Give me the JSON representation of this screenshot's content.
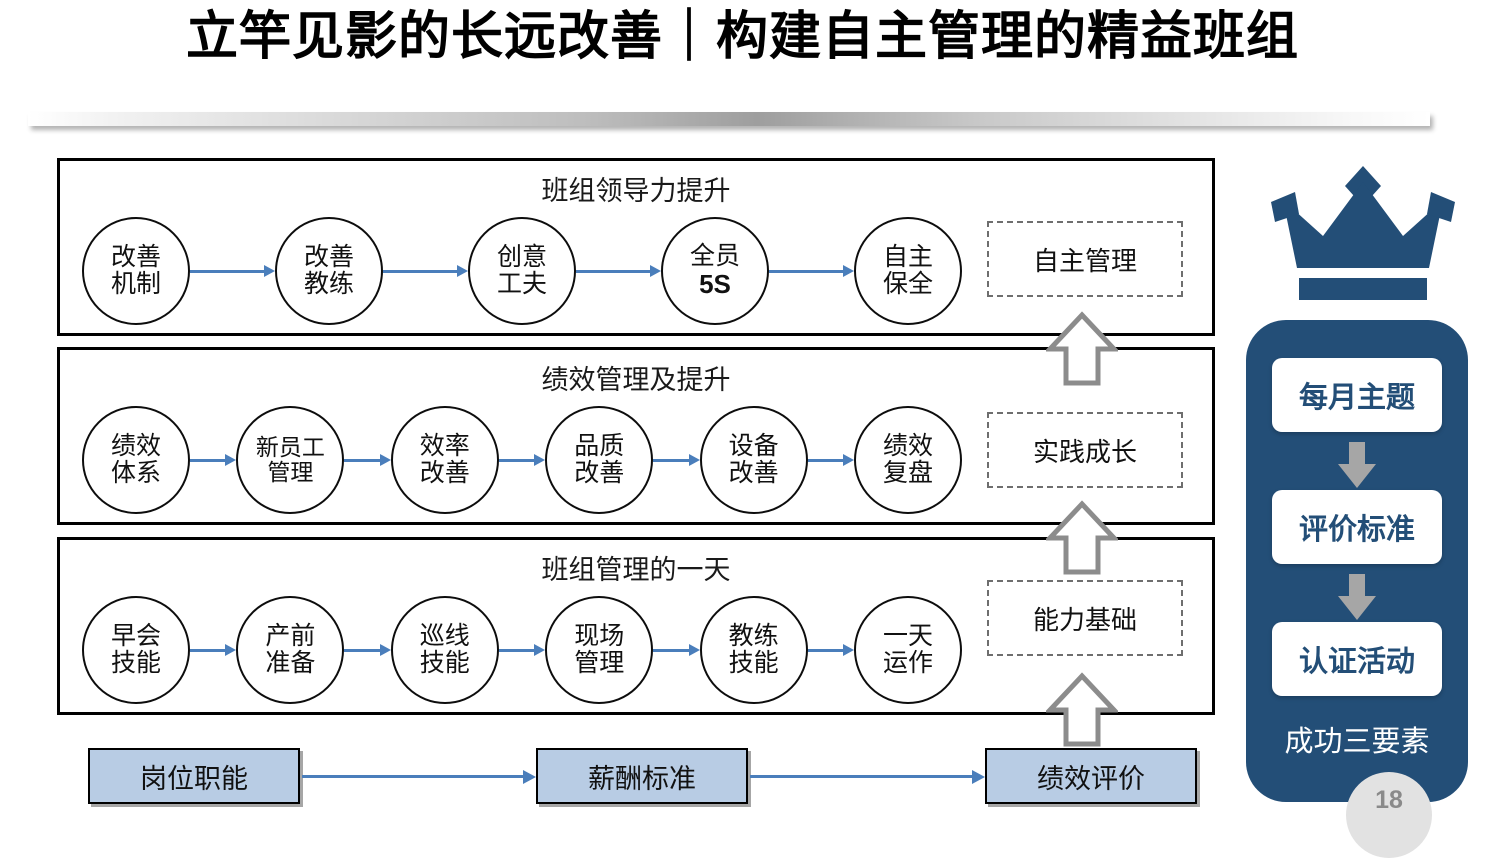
{
  "slide": {
    "title": "立竿见影的长远改善｜构建自主管理的精益班组",
    "page_number": "18",
    "accent_dark_blue": "#234E77",
    "accent_arrow_blue": "#4A7EBB",
    "chain_box_fill": "#B8CCE4",
    "outcome_border_gray": "#6E6E6E"
  },
  "rows": [
    {
      "heading": "班组领导力提升",
      "outcome": "自主管理",
      "nodes": [
        {
          "l1": "改善",
          "l2": "机制",
          "bold2": false
        },
        {
          "l1": "改善",
          "l2": "教练",
          "bold2": false
        },
        {
          "l1": "创意",
          "l2": "工夫",
          "bold2": false
        },
        {
          "l1": "全员",
          "l2": "5S",
          "bold2": true
        },
        {
          "l1": "自主",
          "l2": "保全",
          "bold2": false
        }
      ]
    },
    {
      "heading": "绩效管理及提升",
      "outcome": "实践成长",
      "nodes": [
        {
          "l1": "绩效",
          "l2": "体系",
          "bold2": false
        },
        {
          "l1": "新员工",
          "l2": "管理",
          "bold2": false
        },
        {
          "l1": "效率",
          "l2": "改善",
          "bold2": false
        },
        {
          "l1": "品质",
          "l2": "改善",
          "bold2": false
        },
        {
          "l1": "设备",
          "l2": "改善",
          "bold2": false
        },
        {
          "l1": "绩效",
          "l2": "复盘",
          "bold2": false
        }
      ]
    },
    {
      "heading": "班组管理的一天",
      "outcome": "能力基础",
      "nodes": [
        {
          "l1": "早会",
          "l2": "技能",
          "bold2": false
        },
        {
          "l1": "产前",
          "l2": "准备",
          "bold2": false
        },
        {
          "l1": "巡线",
          "l2": "技能",
          "bold2": false
        },
        {
          "l1": "现场",
          "l2": "管理",
          "bold2": false
        },
        {
          "l1": "教练",
          "l2": "技能",
          "bold2": false
        },
        {
          "l1": "一天",
          "l2": "运作",
          "bold2": false
        }
      ]
    }
  ],
  "bottom_chain": [
    {
      "label": "岗位职能"
    },
    {
      "label": "薪酬标准"
    },
    {
      "label": "绩效评价"
    }
  ],
  "pillar": {
    "caption": "成功三要素",
    "cards": [
      {
        "label": "每月主题"
      },
      {
        "label": "评价标准"
      },
      {
        "label": "认证活动"
      }
    ]
  },
  "icons": {
    "crown": "crown-icon",
    "up_arrow": "up-arrow-icon",
    "down_arrow": "down-arrow-icon",
    "flow_arrow": "right-arrow-icon"
  }
}
